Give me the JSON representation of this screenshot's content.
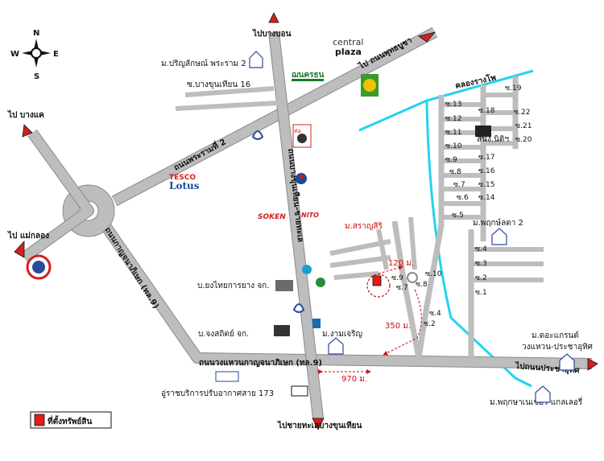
{
  "compass": {
    "n": "N",
    "s": "S",
    "e": "E",
    "w": "W"
  },
  "labels": {
    "to_bang_bon": "ไปบางบอน",
    "to_bang_khae": "ไป บางแค",
    "to_mae_klong": "ไป แม่กลอง",
    "to_thanon_rama_n": "ไป ถนนพุทธบูชา",
    "to_pracha_uthit": "ไปถนนประชาอุทิศ",
    "to_bang_khun_thian_market": "ไปชายทะเลบางขุนเทียน",
    "rama2_road": "ถนนพระรามที่ 2",
    "bang_khun_thian_rd": "ถนนบางขุนเทียน-ชายทะเล",
    "kanchanaphisek_rd_diag": "ถนนกาญจนาภิเษก (ทล.9)",
    "kanchanaphisek_rd_horiz": "ถนนวงแหวนกาญจนาภิเษก (ทล.9)",
    "canal": "คลองรางโพ",
    "soi_bang_khun_thian_16": "ซ.บางขุนเทียน 16",
    "village_prinlak": "ม.ปริญลักษณ์ พระราม 2",
    "village_saransiri": "ม.สราญสิริ",
    "village_ngam_charoen": "ม.งามเจริญ",
    "village_pruklada": "ม.พฤกษ์ลดา 2",
    "village_grand": "ม.ดอะแกรนด์",
    "village_grand_2": "วงแหวน-ประชาอุทิศ",
    "village_pruksa_gallery": "ม.พฤกษาเนเชอร์ แกลเลอรี่",
    "school": "สนง.นิติฯ",
    "rubber_co": "บ.ยงไทยการยาง จก.",
    "chongsathit_co": "บ.จงสถิตย์ จก.",
    "bus_depot": "อู่ราชบริการปรับอากาศสาย 173",
    "central_top": "central",
    "central_bottom": "plaza",
    "nakornthon": "ฌนครธน",
    "tesco": "TESCO",
    "lotus": "Lotus",
    "soken": "SOKEN",
    "nito": "NITO",
    "pipe": "ท่อ",
    "dist_120": "120 ม.",
    "dist_350": "350 ม.",
    "dist_970": "970 ม.",
    "legend": "ที่ตั้งทรัพย์สิน"
  },
  "sois_east": [
    "ซ.19",
    "ซ.18",
    "ซ.22",
    "ซ.21",
    "ซ.20",
    "ซ.17",
    "ซ.16",
    "ซ.15",
    "ซ.14"
  ],
  "sois_west": [
    "ซ.13",
    "ซ.12",
    "ซ.11",
    "ซ.10",
    "ซ.9",
    "ซ.8",
    "ซ.7",
    "ซ.6",
    "ซ.5"
  ],
  "sois_south": [
    "ซ.4",
    "ซ.3",
    "ซ.2",
    "ซ.1"
  ],
  "sois_near": [
    "ซ.10",
    "ซ.9",
    "ซ.8",
    "ซ.7",
    "ซ.4",
    "ซ.2"
  ],
  "colors": {
    "road": "#bdbdbd",
    "canal": "#22d3f0",
    "marker": "#e21b1b",
    "dist": "#d01010"
  }
}
